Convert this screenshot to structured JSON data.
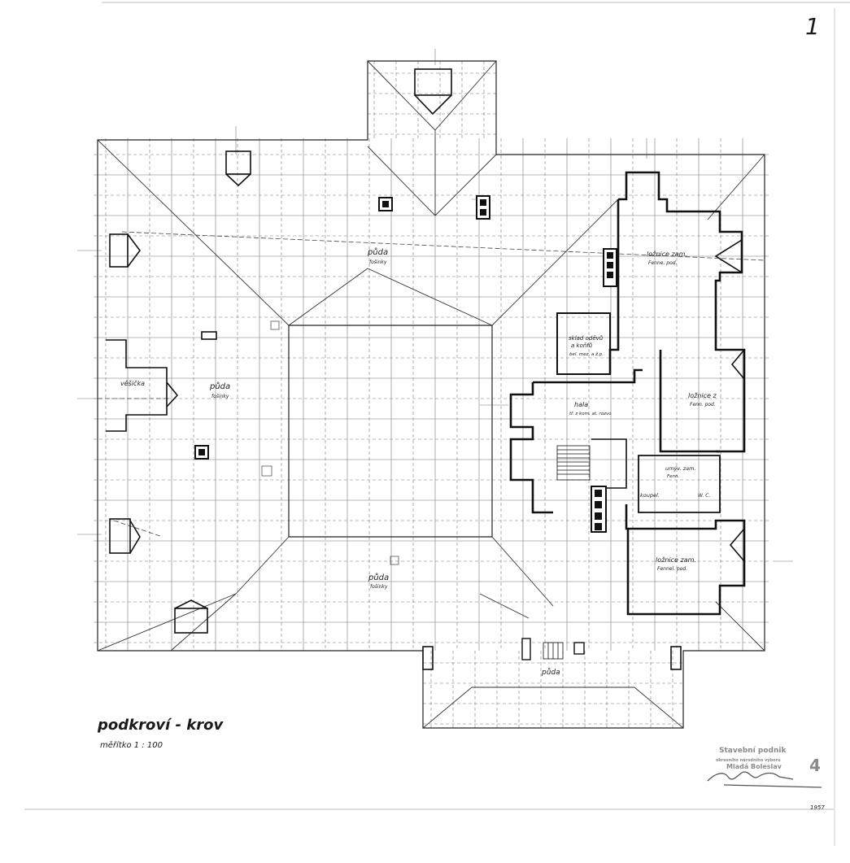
{
  "sheet": {
    "number": "1",
    "title": "podkroví - krov",
    "scale": "měřítko 1 : 100",
    "year": "1957",
    "corner_number": "4"
  },
  "rooms": {
    "puda_north": "půda",
    "puda_north_sub": "fošinky",
    "puda_west": "půda",
    "puda_west_sub": "fošinky",
    "puda_south": "půda",
    "puda_south_sub": "fošinky",
    "puda_porch": "půda",
    "vesicka": "věšička",
    "loznice_1": "ložnice zam.",
    "loznice_1_sub": "Fenne, pod.",
    "sklad": "sklad oděvů",
    "sklad_2": "a koňfů",
    "sklad_sub": "bel. mez. a ž.p.",
    "loznice_2": "ložnice z",
    "loznice_2_sub": "Fenn. pod.",
    "hala": "hala",
    "hala_sub": "tř. z kom. at. rozvo",
    "umyvarna": "umýv. zam.",
    "umyvarna_sub": "Fenn.",
    "koupel": "koupel.",
    "wc": "W. C.",
    "loznice_3": "ložnice zam.",
    "loznice_3_sub": "Fennel. pod."
  },
  "stamp": {
    "line1": "Stavební podnik",
    "line2": "okresního národního výboru",
    "line3": "Mladá Boleslav",
    "signature": "signature"
  }
}
